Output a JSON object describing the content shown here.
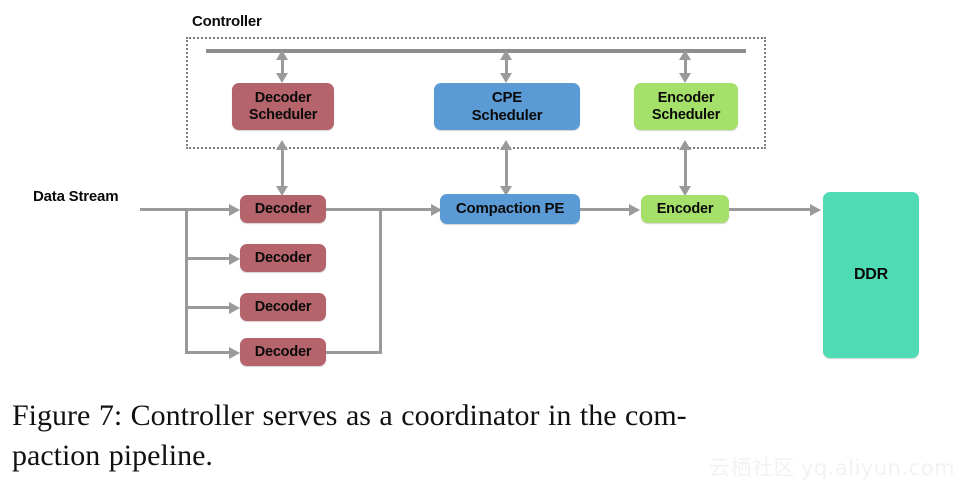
{
  "figure": {
    "controller": {
      "label": "Controller",
      "schedulers": [
        {
          "name": "decoder-scheduler",
          "label": "Decoder\nScheduler",
          "color": "#b5646b"
        },
        {
          "name": "cpe-scheduler",
          "label": "CPE\nScheduler",
          "color": "#5b9bd5"
        },
        {
          "name": "encoder-scheduler",
          "label": "Encoder\nScheduler",
          "color": "#a5e16a"
        }
      ]
    },
    "datapath": {
      "input_label": "Data Stream",
      "decoders": [
        {
          "label": "Decoder"
        },
        {
          "label": "Decoder"
        },
        {
          "label": "Decoder"
        },
        {
          "label": "Decoder"
        }
      ],
      "decoder_color": "#b5646b",
      "compaction_pe": {
        "label": "Compaction PE",
        "color": "#5b9bd5"
      },
      "encoder": {
        "label": "Encoder",
        "color": "#a5e16a"
      },
      "memory": {
        "label": "DDR",
        "color": "#4fdcb4"
      }
    },
    "caption": {
      "line1": "Figure 7:  Controller serves as a coordinator in the com-",
      "line2": "paction pipeline."
    },
    "watermark": {
      "cn": "云栖社区",
      "url": "yq.aliyun.com"
    },
    "colors": {
      "wire": "#9a9a9a",
      "bus": "#8e8e8e",
      "dotted_border": "#7d7d7d",
      "text": "#0a0a0a",
      "background": "#ffffff"
    }
  }
}
